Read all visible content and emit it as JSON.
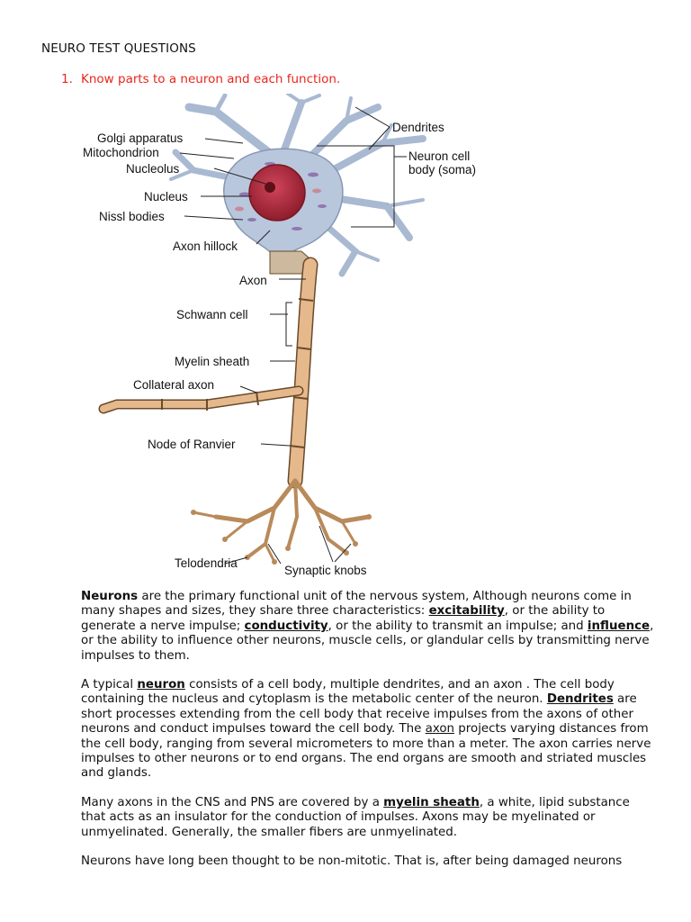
{
  "document": {
    "title": "NEURO TEST QUESTIONS",
    "question": {
      "number": "1.",
      "text": "Know parts to a neuron and each function."
    }
  },
  "figure": {
    "labels": {
      "golgi": "Golgi apparatus",
      "mito": "Mitochondrion",
      "nucleolus": "Nucleolus",
      "nucleus": "Nucleus",
      "nissl": "Nissl bodies",
      "hillock": "Axon hillock",
      "axon": "Axon",
      "schwann": "Schwann cell",
      "myelin": "Myelin sheath",
      "collateral": "Collateral axon",
      "ranvier": "Node of Ranvier",
      "telodendria": "Telodendria",
      "synaptic": "Synaptic knobs",
      "dendrites": "Dendrites",
      "soma_line1": "Neuron cell",
      "soma_line2": "body (soma)"
    },
    "colors": {
      "body": "#b9c7dc",
      "nucleus": "#b0283a",
      "axon": "#e6b98c",
      "outline": "#6a4a2a"
    }
  },
  "paragraphs": {
    "p1": {
      "t0": "Neurons",
      "t1": " are the primary functional unit of the nervous system, Although neurons come in many shapes and sizes, they share three characteristics:  ",
      "t2": "excitability",
      "t3": ", or the ability to generate a nerve impulse;  ",
      "t4": "conductivity",
      "t5": ", or the ability to transmit an impulse; and ",
      "t6": "influence",
      "t7": ", or the ability to influence other neurons, muscle cells, or glandular cells by transmitting nerve impulses to them."
    },
    "p2": {
      "t0": "A typical ",
      "t1": "neuron",
      "t2": " consists of a cell body, multiple dendrites, and an axon . The cell body containing the nucleus and cytoplasm is the metabolic center of the neuron. ",
      "t3": "Dendrites",
      "t4": " are short processes extending from the cell body that receive impulses from the axons of other neurons and conduct impulses toward the cell body. The ",
      "t5": "axon",
      "t6": " projects varying distances from the cell body, ranging from several micrometers to more than a meter. The axon carries nerve impulses to other neurons or to end organs. The end organs are smooth and striated muscles and glands."
    },
    "p3": {
      "t0": "Many axons in the CNS and PNS are covered by a ",
      "t1": "myelin sheath",
      "t2": ", a white, lipid substance that acts as an insulator for the conduction of impulses. Axons may be myelinated or unmyelinated. Generally, the smaller fibers are unmyelinated."
    },
    "p4": {
      "t0": "Neurons have long been thought to be non-mitotic. That is, after being damaged neurons"
    }
  }
}
